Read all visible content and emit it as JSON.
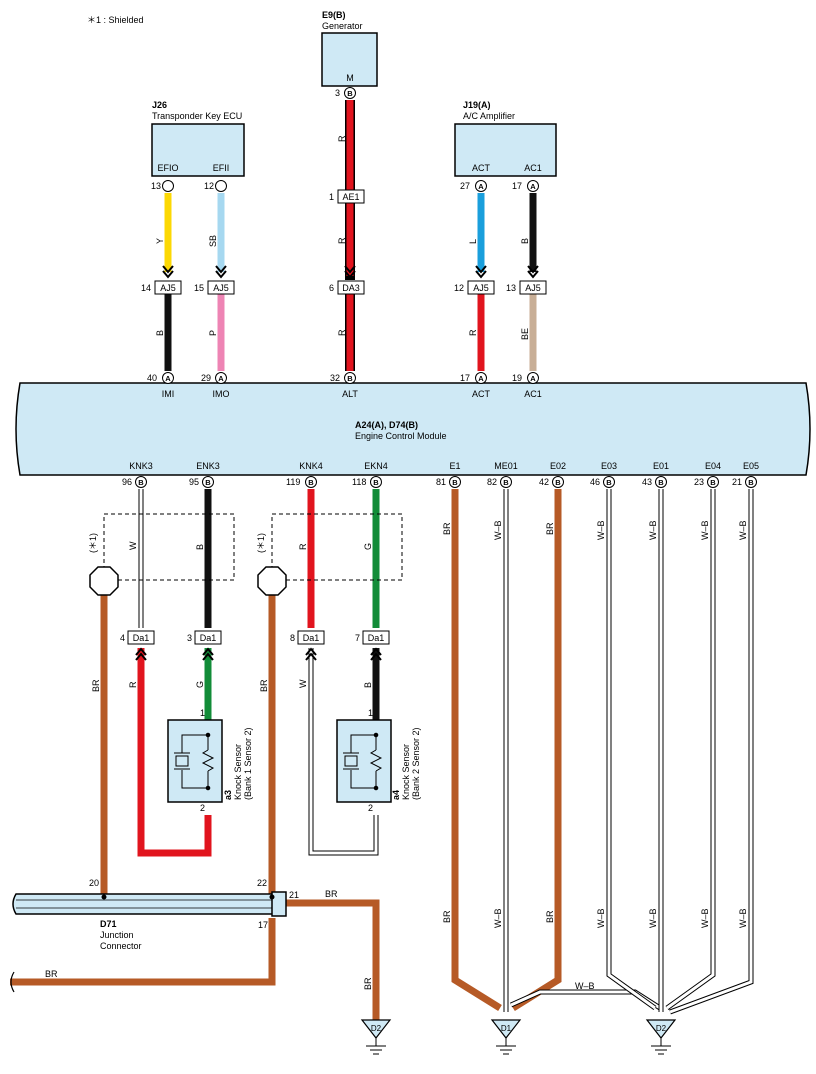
{
  "note": "＊1 : Shielded",
  "components": {
    "generator": {
      "code": "E9(B)",
      "name": "Generator",
      "pin": "M"
    },
    "transponder": {
      "code": "J26",
      "name": "Transponder Key ECU",
      "pins": [
        "EFIO",
        "EFII"
      ]
    },
    "ac_amp": {
      "code": "J19(A)",
      "name": "A/C Amplifier",
      "pins": [
        "ACT",
        "AC1"
      ]
    },
    "ecm": {
      "code": "A24(A), D74(B)",
      "name": "Engine Control Module",
      "top_pins": [
        "IMI",
        "IMO",
        "ALT",
        "ACT",
        "AC1"
      ],
      "bottom_pins": [
        "KNK3",
        "ENK3",
        "KNK4",
        "EKN4",
        "E1",
        "ME01",
        "E02",
        "E03",
        "E01",
        "E04",
        "E05"
      ]
    },
    "knock1": {
      "code": "a3",
      "name": "Knock Sensor",
      "sub": "(Bank 1 Sensor 2)"
    },
    "knock2": {
      "code": "a4",
      "name": "Knock Sensor",
      "sub": "(Bank 2 Sensor 2)"
    },
    "junction": {
      "code": "D71",
      "name1": "Junction",
      "name2": "Connector"
    }
  },
  "connectors": {
    "AE1": "AE1",
    "DA3": "DA3",
    "AJ5": "AJ5",
    "Da1": "Da1"
  },
  "grounds": {
    "d1": "D1",
    "d2": "D2"
  },
  "shield_label": "(＊1)",
  "pin_numbers": {
    "gen_m": "3",
    "ae1": "1",
    "da3": "6",
    "alt": "32",
    "efio": "13",
    "efii": "12",
    "aj5_14": "14",
    "aj5_15": "15",
    "imi": "40",
    "imo": "29",
    "act_top": "27",
    "ac1_top": "17",
    "aj5_12": "12",
    "aj5_13": "13",
    "act_ecm": "17",
    "ac1_ecm": "19",
    "knk3": "96",
    "enk3": "95",
    "knk4": "119",
    "ekn4": "118",
    "e1": "81",
    "me01": "82",
    "e02": "42",
    "e03": "46",
    "e01": "43",
    "e04": "23",
    "e05": "21",
    "da1_4": "4",
    "da1_3": "3",
    "da1_8": "8",
    "da1_7": "7",
    "s1_1": "1",
    "s1_2": "2",
    "s2_1": "1",
    "s2_2": "2",
    "jc_20": "20",
    "jc_22": "22",
    "jc_21": "21",
    "jc_17": "17"
  },
  "pin_letters": {
    "A": "A",
    "B": "B"
  },
  "wire_colors": {
    "R": "R",
    "Y": "Y",
    "SB": "SB",
    "B": "B",
    "P": "P",
    "L": "L",
    "BE": "BE",
    "W": "W",
    "G": "G",
    "BR": "BR",
    "WB": "W–B"
  },
  "colors": {
    "red": "#e1141e",
    "yellow": "#fcd804",
    "skyblue": "#a6d8f0",
    "black": "#111111",
    "pink": "#ee84b4",
    "blue": "#1a9fdc",
    "beige": "#c8ae96",
    "green": "#128c38",
    "brown": "#b65a26",
    "white": "#ffffff",
    "box": "#cfe9f5"
  }
}
